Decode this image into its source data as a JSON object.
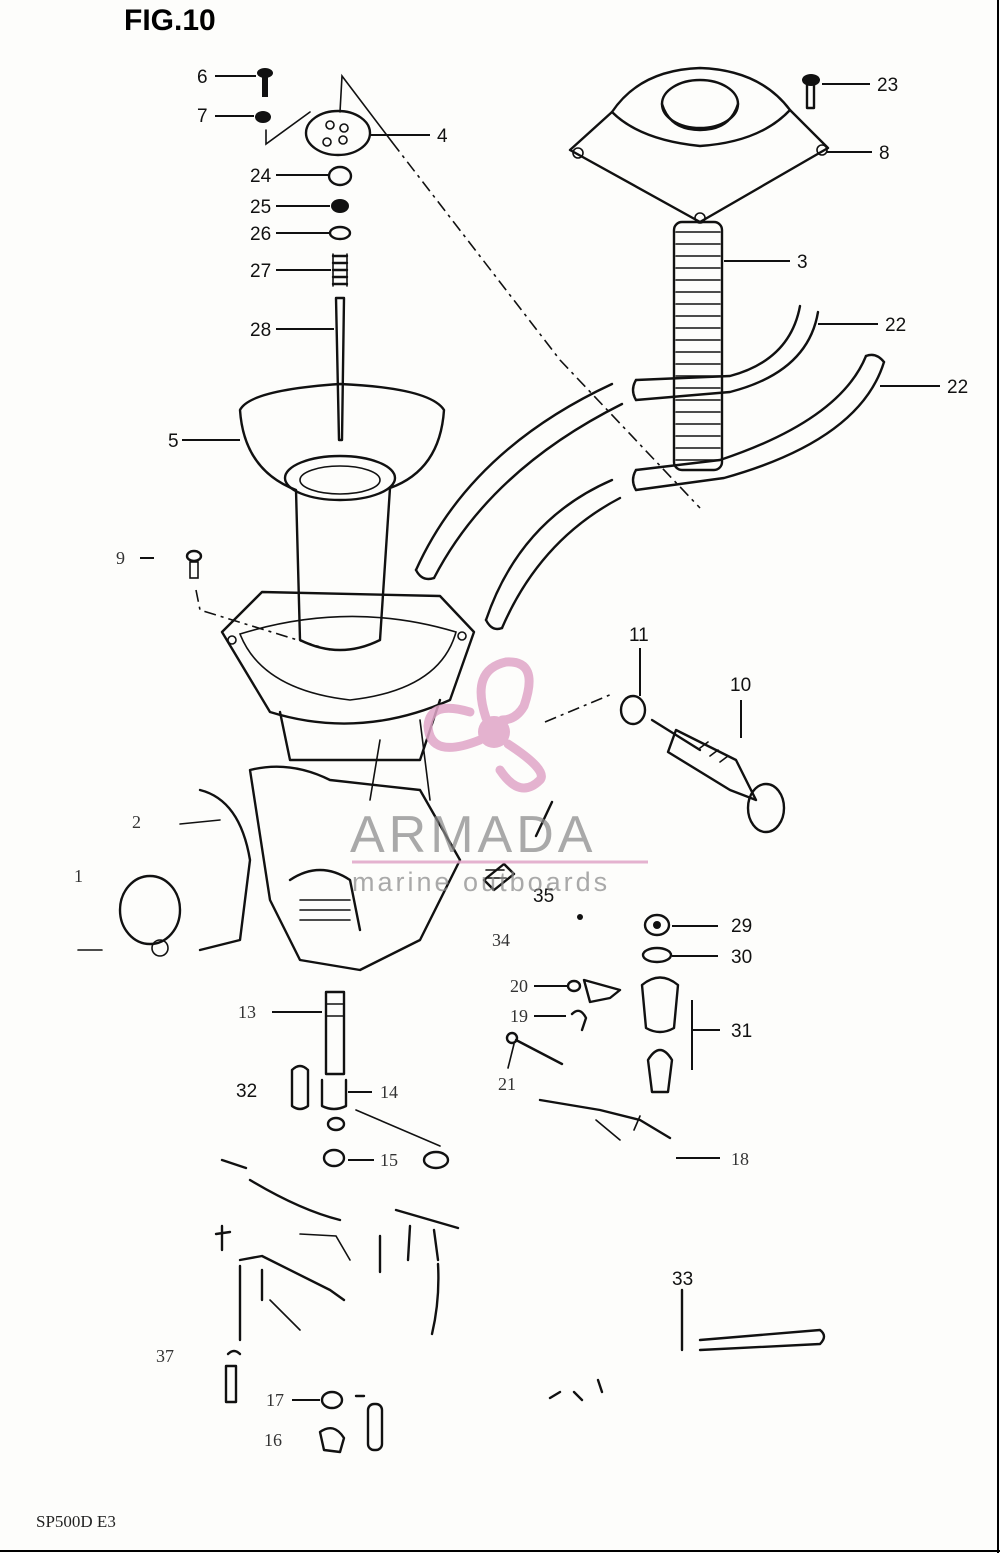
{
  "figure": {
    "title": "FIG.10",
    "footer_code": "SP500D E3"
  },
  "watermark": {
    "brand": "ARMADA",
    "tagline": "marine outboards",
    "color": "#e0a5c8"
  },
  "callouts": {
    "c6": "6",
    "c7": "7",
    "c4": "4",
    "c24": "24",
    "c25": "25",
    "c26": "26",
    "c27": "27",
    "c28": "28",
    "c23": "23",
    "c8": "8",
    "c3": "3",
    "c22a": "22",
    "c22b": "22",
    "c5": "5",
    "c9": "9",
    "c11": "11",
    "c10": "10",
    "c2": "2",
    "c1": "1",
    "c35": "35",
    "c34": "34",
    "c29": "29",
    "c30": "30",
    "c20": "20",
    "c19": "19",
    "c31": "31",
    "c21": "21",
    "c13": "13",
    "c32": "32",
    "c14": "14",
    "c15": "15",
    "c18": "18",
    "c33": "33",
    "c17": "17",
    "c16": "16",
    "c37": "37"
  }
}
